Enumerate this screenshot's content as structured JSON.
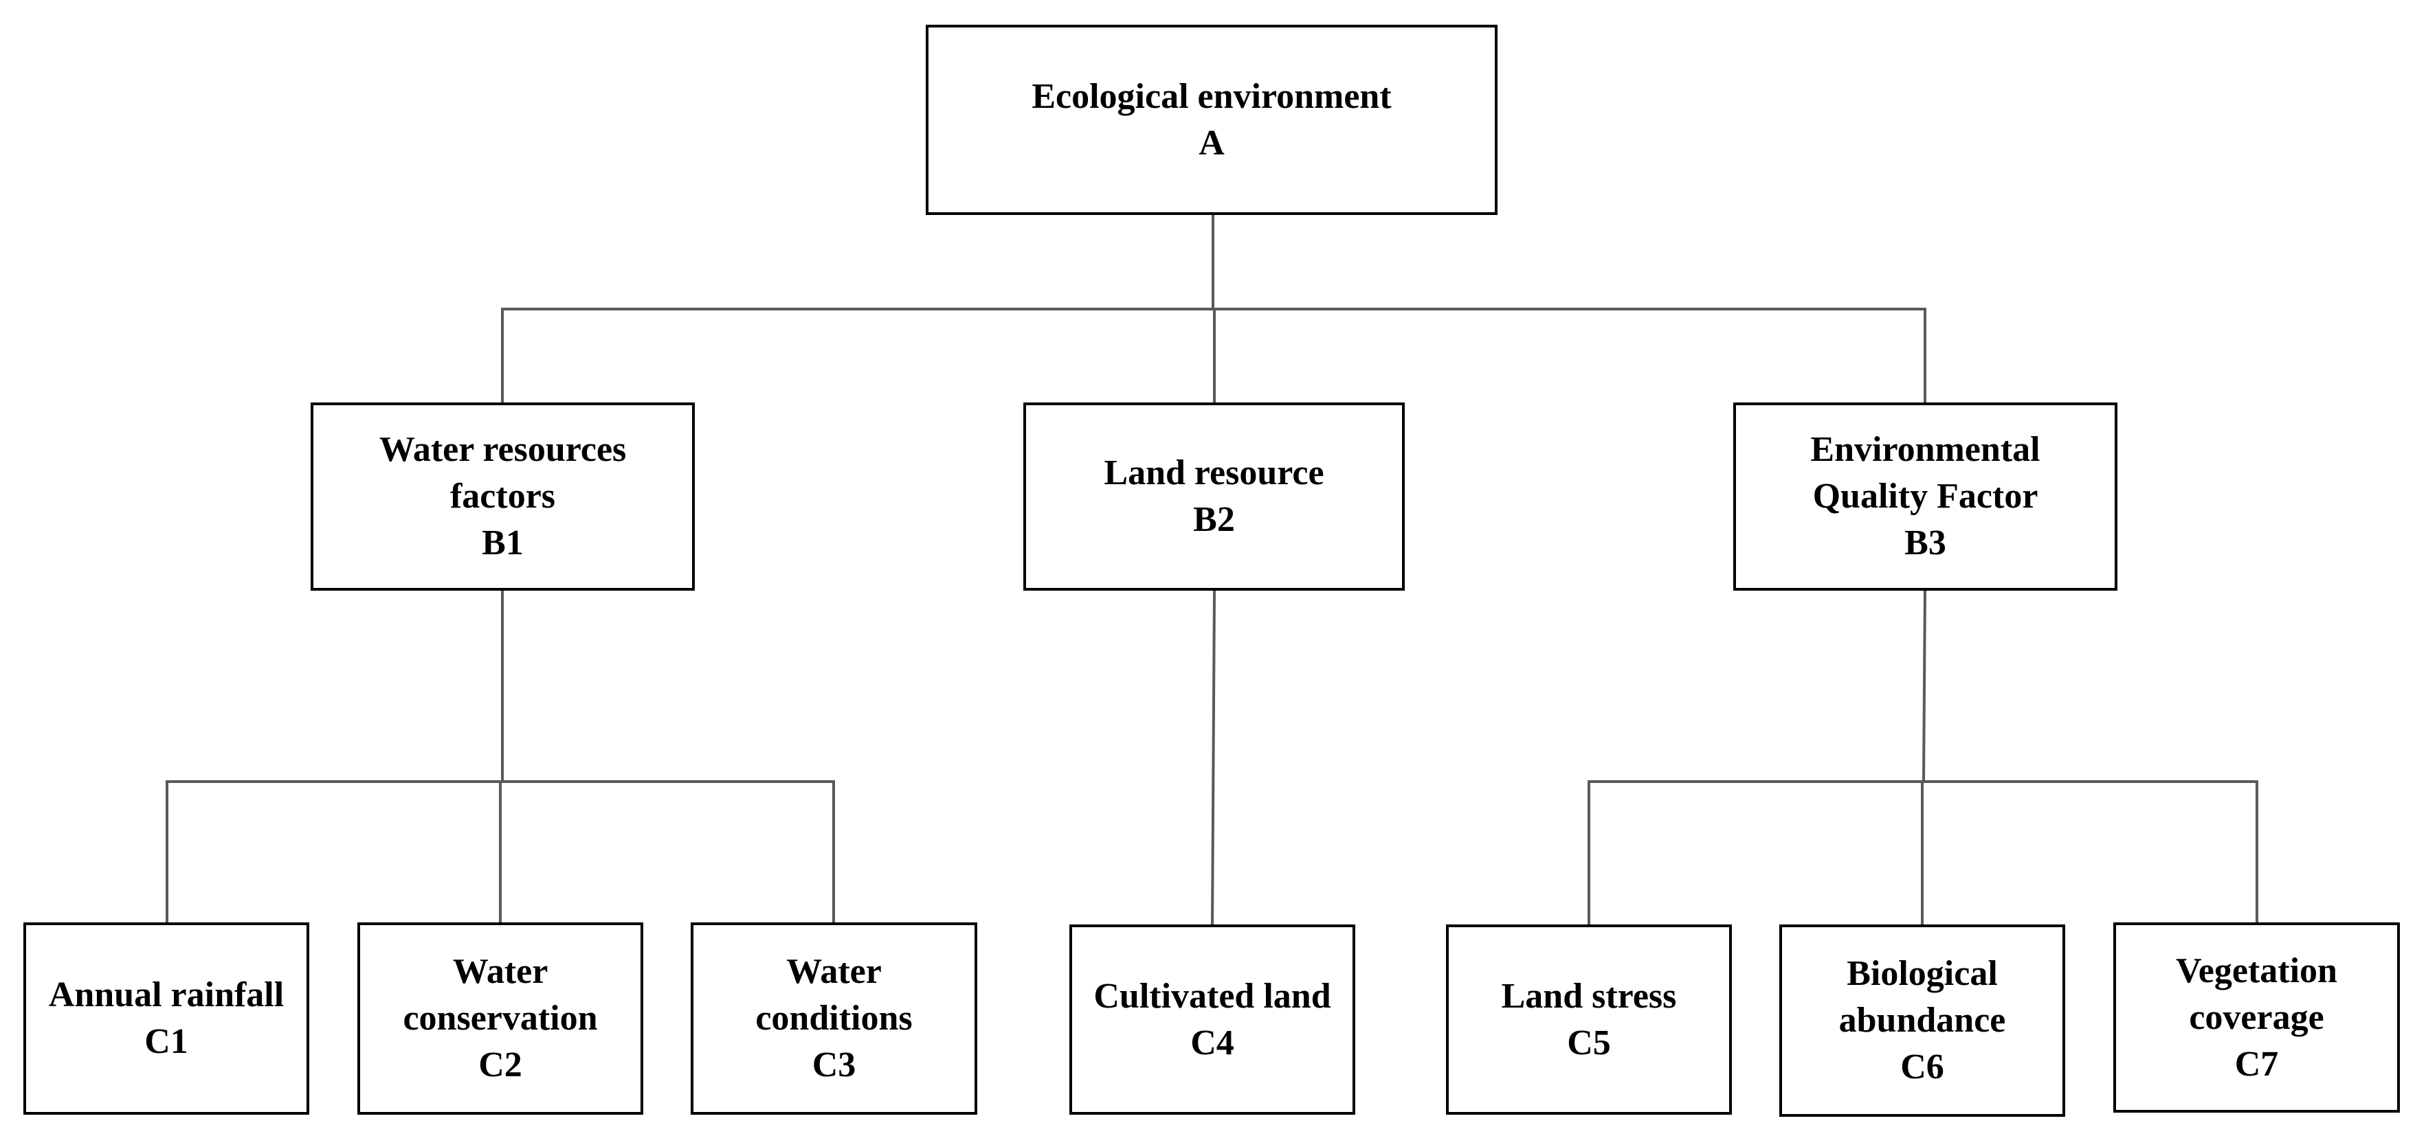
{
  "diagram": {
    "root": {
      "title": "Ecological environment",
      "code": "A"
    },
    "criteria": [
      {
        "title_line1": "Water resources",
        "title_line2": "factors",
        "code": "B1"
      },
      {
        "title_line1": "Land resource",
        "code": "B2"
      },
      {
        "title_line1": "Environmental",
        "title_line2": "Quality Factor",
        "code": "B3"
      }
    ],
    "indicators": [
      {
        "title_line1": "Annual rainfall",
        "code": "C1"
      },
      {
        "title_line1": "Water",
        "title_line2": "conservation",
        "code": "C2"
      },
      {
        "title_line1": "Water",
        "title_line2": "conditions",
        "code": "C3"
      },
      {
        "title_line1": "Cultivated land",
        "code": "C4"
      },
      {
        "title_line1": "Land stress",
        "code": "C5"
      },
      {
        "title_line1": "Biological",
        "title_line2": "abundance",
        "code": "C6"
      },
      {
        "title_line1": "Vegetation",
        "title_line2": "coverage",
        "code": "C7"
      }
    ]
  },
  "colors": {
    "box_border": "#000000",
    "connector": "#595959",
    "text": "#000000",
    "background": "#ffffff"
  }
}
